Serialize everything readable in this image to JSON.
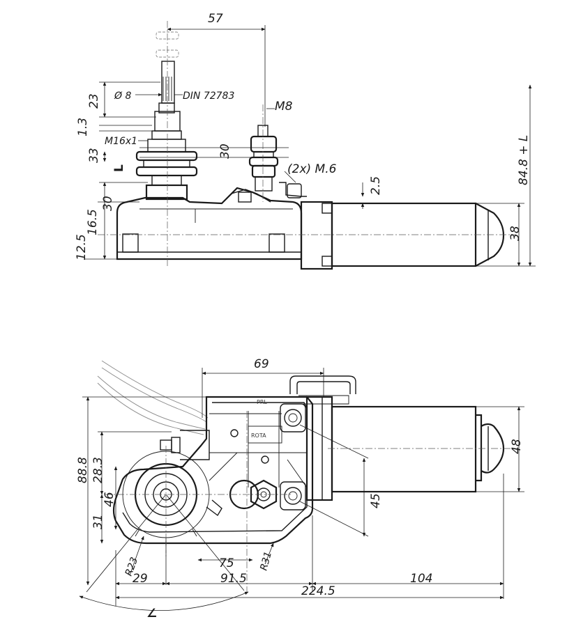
{
  "top_view": {
    "dim_57": "57",
    "dim_23": "23",
    "dia_8": "Ø 8",
    "din": "DIN 72783",
    "dim_1_3": "1.3",
    "thread_m16": "M16x1",
    "thread_m8": "M8",
    "dim_33": "33",
    "dim_30_shaft": "30",
    "label_l": "L",
    "holes_m6": "(2x) M.6",
    "dim_2_5": "2.5",
    "dim_30_body": "30",
    "dim_16_5": "16.5",
    "dim_12_5": "12.5",
    "dim_84_8_l": "84.8 + L",
    "dim_38": "38"
  },
  "bottom_view": {
    "dim_69": "69",
    "dim_48": "48",
    "dim_88_8": "88.8",
    "dim_28_3": "28.3",
    "dim_46": "46",
    "dim_31": "31",
    "dim_45": "45",
    "dim_r23": "R23",
    "dim_75": "75",
    "dim_r31": "R31",
    "dim_29": "29",
    "dim_91_5": "91.5",
    "dim_104": "104",
    "dim_224_5": "224.5",
    "angle_symbol": "∠",
    "plate_text": "ROTA"
  }
}
